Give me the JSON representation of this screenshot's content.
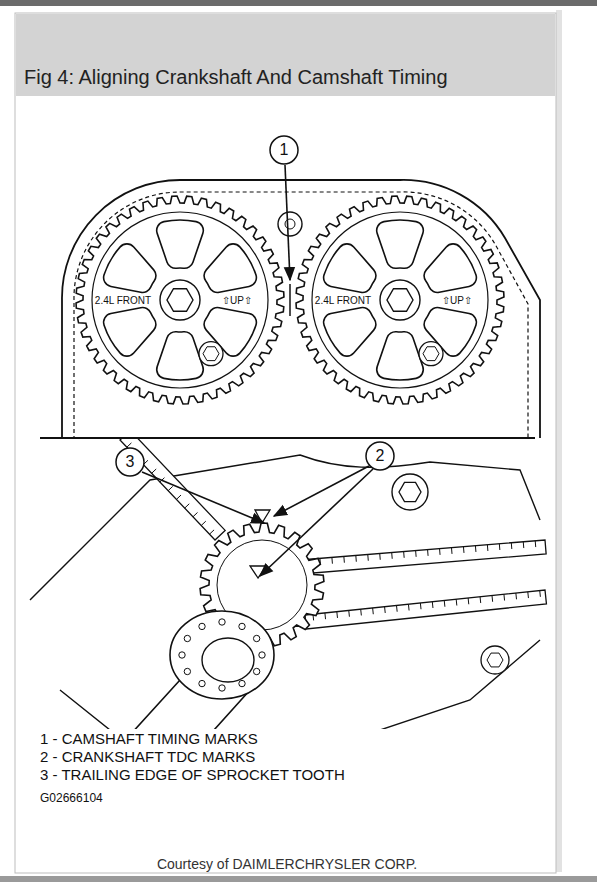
{
  "diagram": {
    "title": "Fig 4: Aligning Crankshaft And Camshaft Timing",
    "caption": "Courtesy of DAIMLERCHRYSLER CORP.",
    "labels": [
      "2.4L FRONT",
      "⇧UP⇧",
      "2.4L FRONT",
      "⇧UP⇧",
      "1",
      "2",
      "3",
      "1 - CAMSHAFT TIMING MARKS",
      "2 - CRANKSHAFT TDC MARKS",
      "3 - TRAILING EDGE OF SPROCKET TOOTH",
      "G02666104"
    ]
  }
}
